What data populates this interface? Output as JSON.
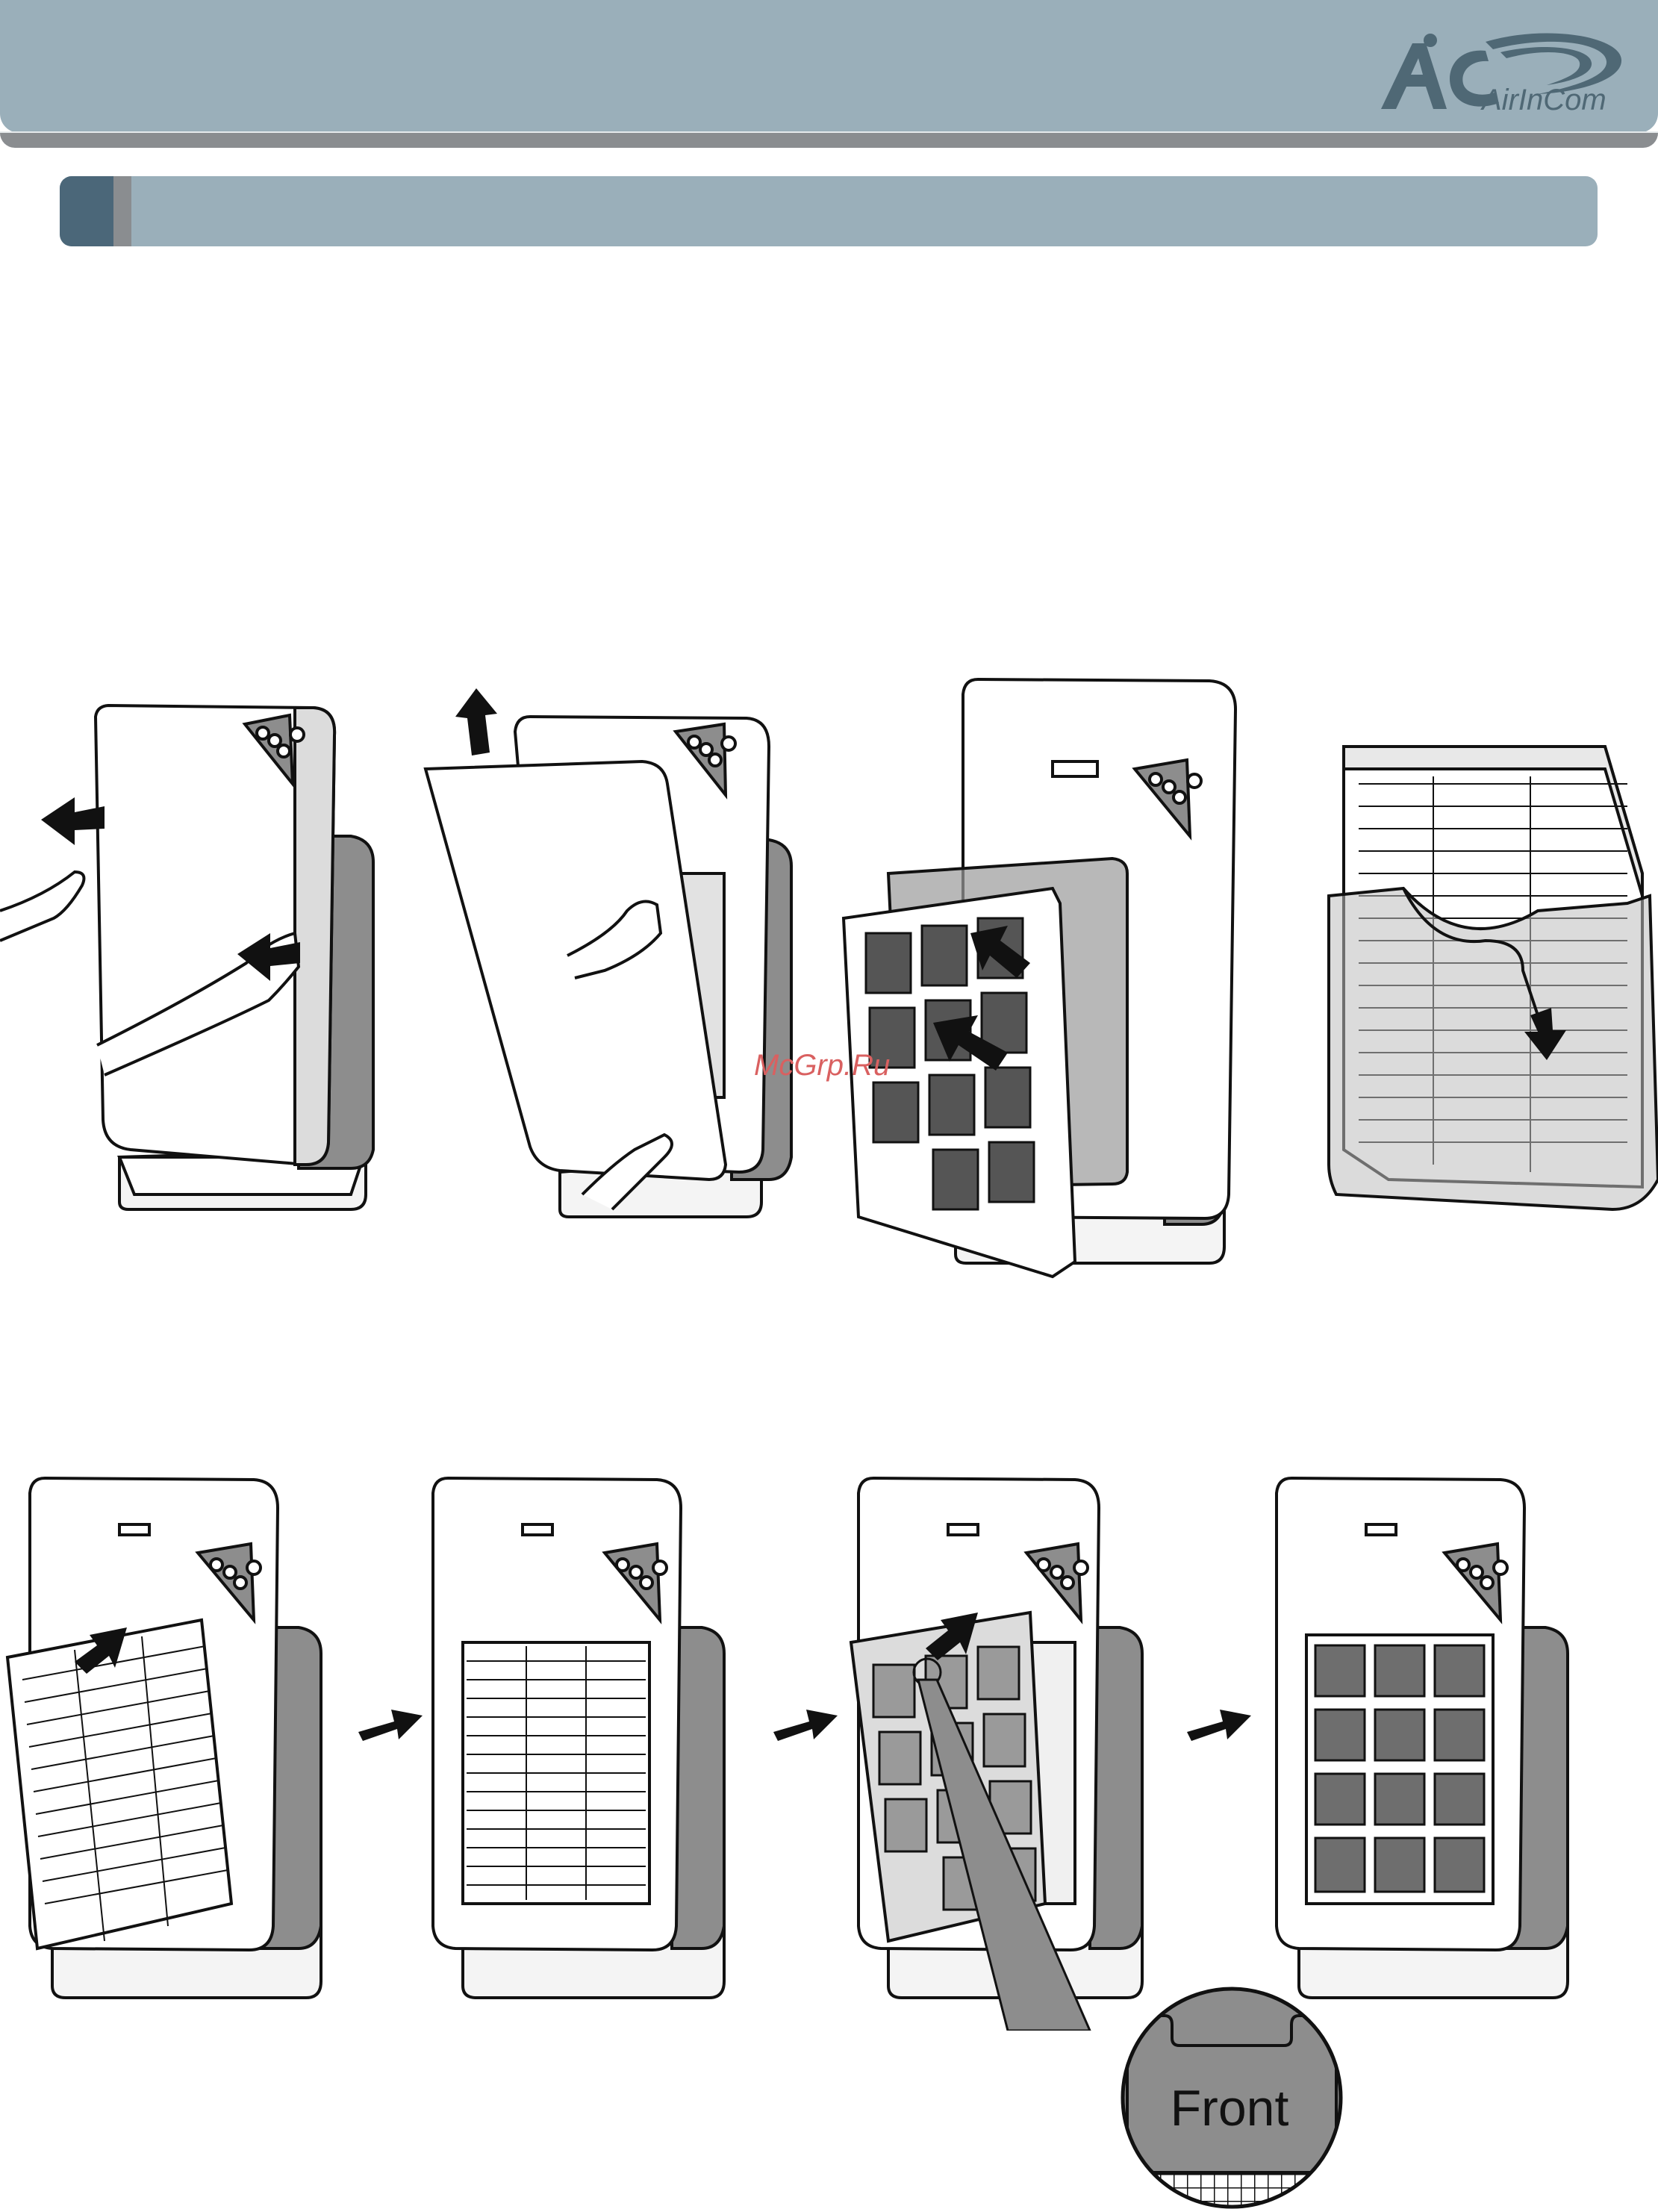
{
  "header": {
    "logo_text": "AirInCom",
    "logo_icon": "airincom-logo-icon",
    "band_color": "#9aafba"
  },
  "section_bar": {
    "accent_dark": "#4b6779",
    "accent_gray": "#8a8d90"
  },
  "watermark": "McGrp.Ru",
  "callout": {
    "label": "Front"
  },
  "icons": [
    "left-arrow-icon",
    "up-arrow-icon",
    "down-arrow-icon",
    "right-arrow-icon"
  ]
}
